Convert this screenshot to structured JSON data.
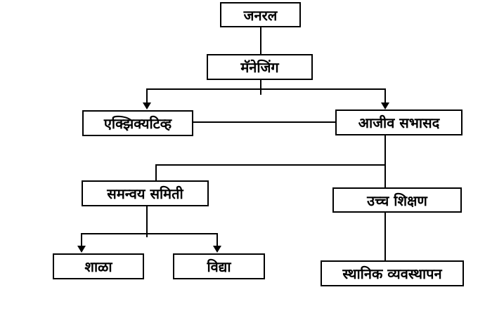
{
  "diagram": {
    "title": "organization-flowchart",
    "colors": {
      "background": "#ffffff",
      "box_border": "#000000",
      "line": "#000000",
      "text": "#000000"
    },
    "nodes": {
      "general": {
        "label": "जनरल"
      },
      "managing": {
        "label": "मॅनेजिंग"
      },
      "executive": {
        "label": "एक्झिक्यटिव्ह"
      },
      "life_member": {
        "label": "आजीव सभासद"
      },
      "coordination_committee": {
        "label": "समन्वय समिती"
      },
      "higher_education": {
        "label": "उच्च शिक्षण"
      },
      "school": {
        "label": "शाळा"
      },
      "vidya": {
        "label": "विद्या"
      },
      "local_management": {
        "label": "स्थानिक व्यवस्थापन"
      }
    },
    "edges": [
      {
        "from": "general",
        "to": "managing",
        "arrow": false
      },
      {
        "from": "managing",
        "to": "executive",
        "arrow": true
      },
      {
        "from": "managing",
        "to": "life_member",
        "arrow": true
      },
      {
        "from": "executive",
        "to": "life_member",
        "arrow": false
      },
      {
        "from": "life_member",
        "to": "coordination_committee",
        "arrow": false
      },
      {
        "from": "life_member",
        "to": "higher_education",
        "arrow": false
      },
      {
        "from": "coordination_committee",
        "to": "school",
        "arrow": true
      },
      {
        "from": "coordination_committee",
        "to": "vidya",
        "arrow": true
      },
      {
        "from": "higher_education",
        "to": "local_management",
        "arrow": false
      }
    ]
  }
}
